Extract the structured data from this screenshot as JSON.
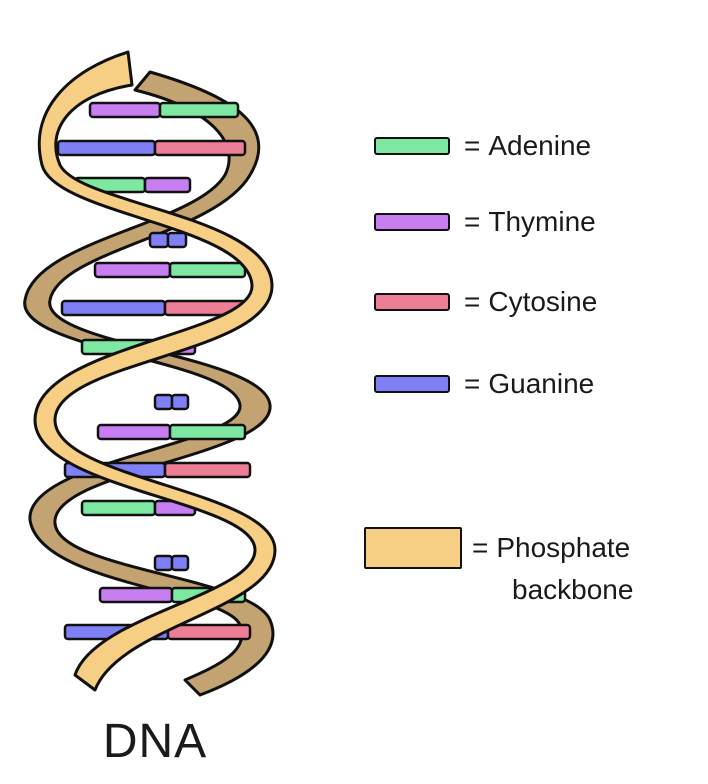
{
  "title": "DNA",
  "legend": {
    "items": [
      {
        "label": "Adenine",
        "color": "#7ee8a2",
        "key": "adenine"
      },
      {
        "label": "Thymine",
        "color": "#c77ef0",
        "key": "thymine"
      },
      {
        "label": "Cytosine",
        "color": "#ec7f96",
        "key": "cytosine"
      },
      {
        "label": "Guanine",
        "color": "#7f80f5",
        "key": "guanine"
      }
    ],
    "backbone": {
      "label_line1": "Phosphate",
      "label_line2": "backbone",
      "color": "#f6ce84",
      "shade_color": "#c4a373"
    },
    "equals": "="
  }
}
